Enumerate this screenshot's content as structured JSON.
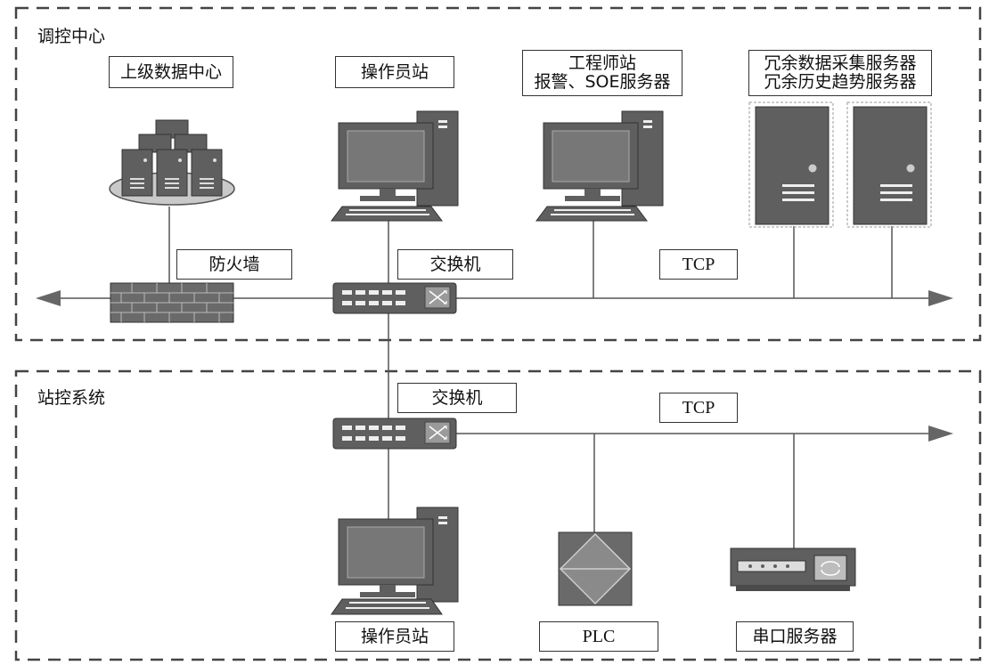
{
  "zones": {
    "control_center": "调控中心",
    "station_system": "站控系统"
  },
  "labels": {
    "upper_data_center": "上级数据中心",
    "operator_station_top": "操作员站",
    "engineer_station_line1": "工程师站",
    "engineer_station_line2": "报警、SOE服务器",
    "redundant_servers_line1": "冗余数据采集服务器",
    "redundant_servers_line2": "冗余历史趋势服务器",
    "firewall": "防火墙",
    "switch_top": "交换机",
    "tcp_top": "TCP",
    "switch_bottom": "交换机",
    "tcp_bottom": "TCP",
    "operator_station_bottom": "操作员站",
    "plc": "PLC",
    "serial_server": "串口服务器"
  },
  "colors": {
    "device_dark": "#5f5f5f",
    "device_mid": "#8a8a8a",
    "device_light": "#c7c7c7",
    "line": "#555555",
    "border_dash": "#444444"
  }
}
